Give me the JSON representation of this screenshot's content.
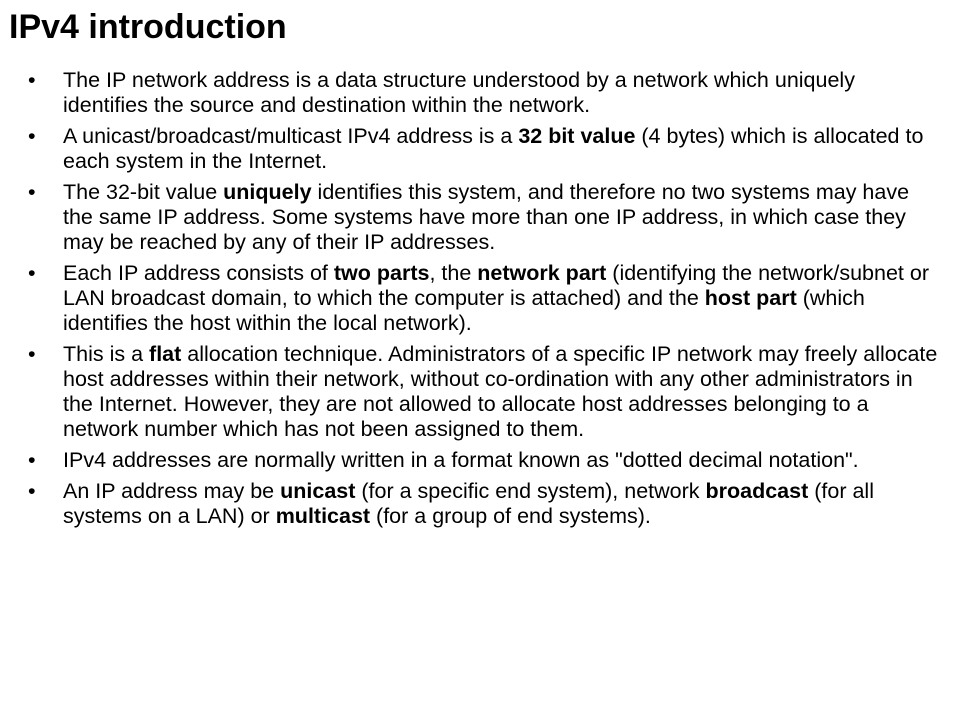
{
  "title": "IPv4 introduction",
  "bullet_glyph": "•",
  "bullets": [
    [
      {
        "text": "The IP network address is a data structure understood by a network which uniquely identifies the source and destination within the network.",
        "bold": false
      }
    ],
    [
      {
        "text": "A unicast/broadcast/multicast IPv4 address is a ",
        "bold": false
      },
      {
        "text": "32 bit value",
        "bold": true
      },
      {
        "text": " (4 bytes) which is allocated to each system in the Internet.",
        "bold": false
      }
    ],
    [
      {
        "text": "The 32-bit value ",
        "bold": false
      },
      {
        "text": "uniquely",
        "bold": true
      },
      {
        "text": " identifies this system, and therefore no two systems may have the same IP address. Some systems have more than one IP address, in which case they may be reached by any of their IP addresses.",
        "bold": false
      }
    ],
    [
      {
        "text": "Each IP address consists of ",
        "bold": false
      },
      {
        "text": "two parts",
        "bold": true
      },
      {
        "text": ", the ",
        "bold": false
      },
      {
        "text": "network part",
        "bold": true
      },
      {
        "text": " (identifying the network/subnet or LAN broadcast domain, to which the computer is attached) and the ",
        "bold": false
      },
      {
        "text": "host part",
        "bold": true
      },
      {
        "text": " (which identifies the host within the local network).",
        "bold": false
      }
    ],
    [
      {
        "text": "This is a ",
        "bold": false
      },
      {
        "text": "flat",
        "bold": true
      },
      {
        "text": " allocation technique. Administrators of a specific IP network may freely allocate host addresses within their network, without co-ordination with any other administrators in the Internet. However, they are not allowed to allocate host addresses belonging to a network number which has not been assigned to them.",
        "bold": false
      }
    ],
    [
      {
        "text": "IPv4 addresses are normally written in a format known as \"dotted decimal notation\".",
        "bold": false
      }
    ],
    [
      {
        "text": "An IP address may be ",
        "bold": false
      },
      {
        "text": "unicast",
        "bold": true
      },
      {
        "text": " (for a specific end system), network ",
        "bold": false
      },
      {
        "text": "broadcast",
        "bold": true
      },
      {
        "text": " (for all systems on a LAN) or ",
        "bold": false
      },
      {
        "text": "multicast",
        "bold": true
      },
      {
        "text": " (for a group of end systems).",
        "bold": false
      }
    ]
  ]
}
